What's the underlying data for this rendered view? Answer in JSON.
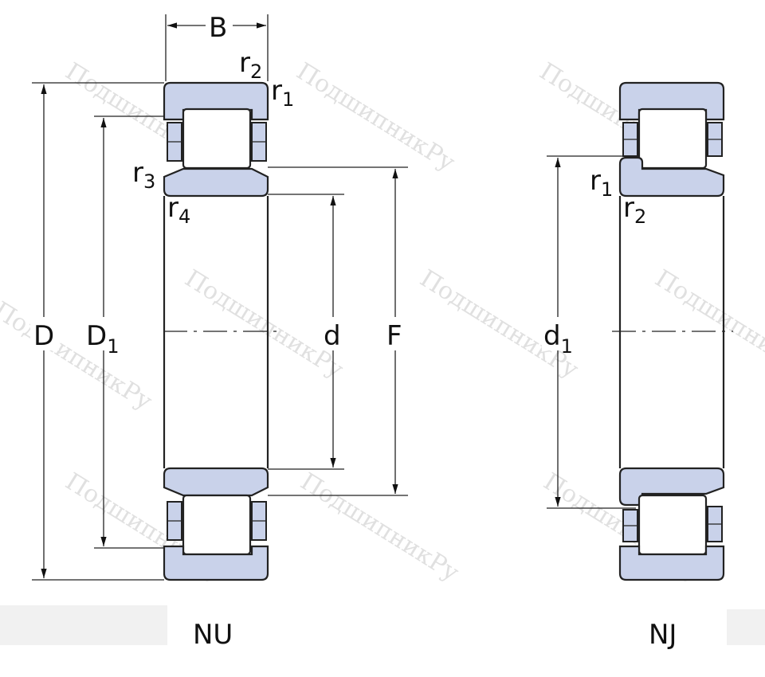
{
  "labels": {
    "B": "B",
    "D": "D",
    "D1_main": "D",
    "D1_sub": "1",
    "d": "d",
    "F": "F",
    "r1_main": "r",
    "r1_sub": "1",
    "r2_main": "r",
    "r2_sub": "2",
    "r3_main": "r",
    "r3_sub": "3",
    "r4_main": "r",
    "r4_sub": "4",
    "nj_r1_main": "r",
    "nj_r1_sub": "1",
    "nj_r2_main": "r",
    "nj_r2_sub": "2",
    "d1_main": "d",
    "d1_sub": "1",
    "NU": "NU",
    "NJ": "NJ"
  },
  "watermark": "ПодшипникРу",
  "colors": {
    "ring_fill": "#c9d2ea",
    "outline": "#222222",
    "watermark": "#c8c8c8"
  }
}
